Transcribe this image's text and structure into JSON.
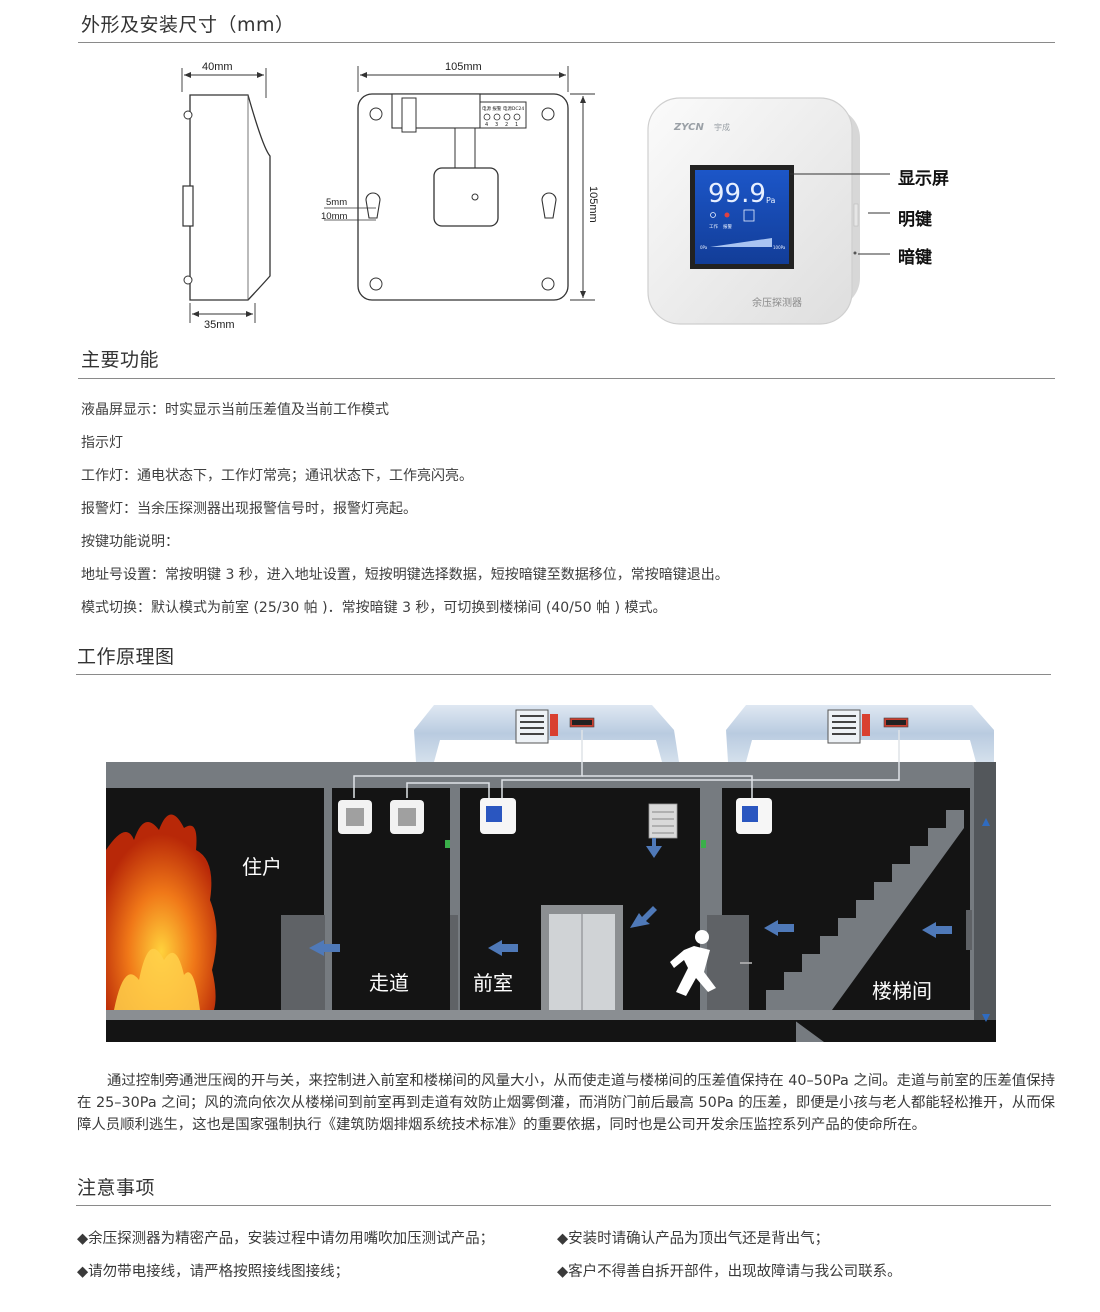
{
  "sections": {
    "dimensions_title": "外形及安装尺寸（mm）",
    "functions_title": "主要功能",
    "principle_title": "工作原理图",
    "notes_title": "注意事项"
  },
  "dimension_drawing": {
    "side_width": "40mm",
    "side_depth": "35mm",
    "front_width": "105mm",
    "front_height": "105mm",
    "hole_5": "5mm",
    "hole_10": "10mm",
    "terminal_label": "电源 报警 电源DC24",
    "terminal_numbers": [
      "4",
      "3",
      "2",
      "1"
    ]
  },
  "product_photo": {
    "brand": "ZYCN",
    "brand_cn": "宇成",
    "reading": "99.9",
    "unit": "Pa",
    "indicator_labels": [
      "工作",
      "报警"
    ],
    "bar_left": "0Pa",
    "bar_right": "100Pa",
    "device_name": "余压探测器"
  },
  "callouts": {
    "display": "显示屏",
    "bright_key": "明键",
    "dark_key": "暗键"
  },
  "functions": [
    "液晶屏显示：时实显示当前压差值及当前工作模式",
    "指示灯",
    "工作灯：通电状态下，工作灯常亮；通讯状态下，工作亮闪亮。",
    "报警灯：当余压探测器出现报警信号时，报警灯亮起。",
    "按键功能说明：",
    "地址号设置：常按明键 3 秒，进入地址设置，短按明键选择数据，短按暗键至数据移位，常按暗键退出。",
    "模式切换：默认模式为前室 (25/30 帕 )．常按暗键 3 秒，可切换到楼梯间 (40/50 帕 ) 模式。"
  ],
  "diagram": {
    "resident": "住户",
    "corridor": "走道",
    "anteroom": "前室",
    "stairwell": "楼梯间"
  },
  "principle_text": "通过控制旁通泄压阀的开与关，来控制进入前室和楼梯间的风量大小，从而使走道与楼梯间的压差值保持在 40–50Pa 之间。走道与前室的压差值保持在 25–30Pa 之间；风的流向依次从楼梯间到前室再到走道有效防止烟雾倒灌，而消防门前后最高 50Pa 的压差，即便是小孩与老人都能轻松推开，从而保障人员顺利逃生，这也是国家强制执行《建筑防烟排烟系统技术标准》的重要依据，同时也是公司开发余压监控系列产品的使命所在。",
  "notes": [
    "◆余压探测器为精密产品，安装过程中请勿用嘴吹加压测试产品；",
    "◆安装时请确认产品为顶出气还是背出气；",
    "◆请勿带电接线，请严格按照接线图接线；",
    "◆客户不得善自拆开部件，出现故障请与我公司联系。"
  ],
  "colors": {
    "building_frame": "#767b80",
    "room_dark": "#141414",
    "duct": "#c8d6e6",
    "arrow_blue": "#4f79b8",
    "lcd_blue": "#1e4fb4",
    "door_gray": "#5f6266"
  }
}
